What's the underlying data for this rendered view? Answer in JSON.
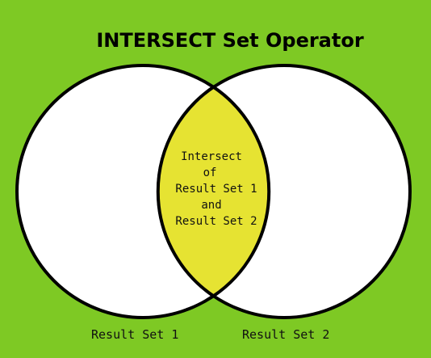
{
  "title": "INTERSECT Set Operator",
  "intersection": {
    "lines": [
      "Intersect",
      "of",
      "Result Set 1",
      "and",
      "Result Set 2"
    ]
  },
  "sets": [
    {
      "label": "Result Set 1"
    },
    {
      "label": "Result Set 2"
    }
  ],
  "colors": {
    "background": "#7ec924",
    "circle_fill": "#ffffff",
    "intersection_fill": "#e6e332",
    "outline": "#000000"
  }
}
